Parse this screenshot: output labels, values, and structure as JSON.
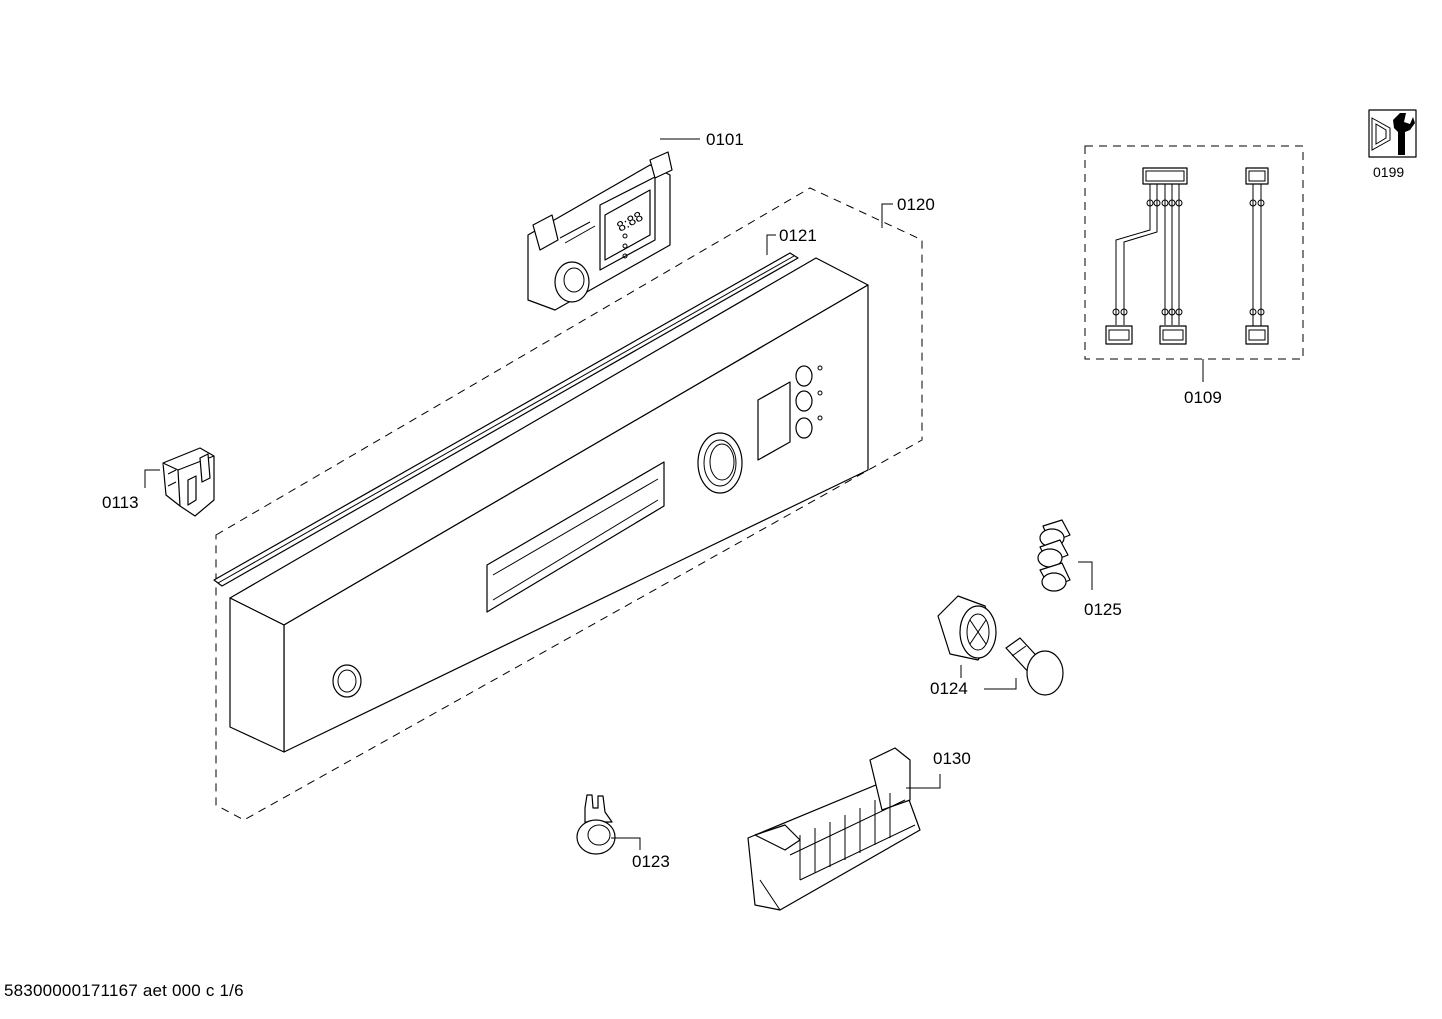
{
  "diagram": {
    "parts": {
      "p0101": "0101",
      "p0120": "0120",
      "p0121": "0121",
      "p0109": "0109",
      "p0199": "0199",
      "p0113": "0113",
      "p0125": "0125",
      "p0124": "0124",
      "p0130": "0130",
      "p0123": "0123"
    },
    "display_text": "8:88"
  },
  "footer": {
    "code": "58300000171167 aet 000 c 1/6"
  },
  "icons": {
    "service": "service-wrench-icon"
  }
}
